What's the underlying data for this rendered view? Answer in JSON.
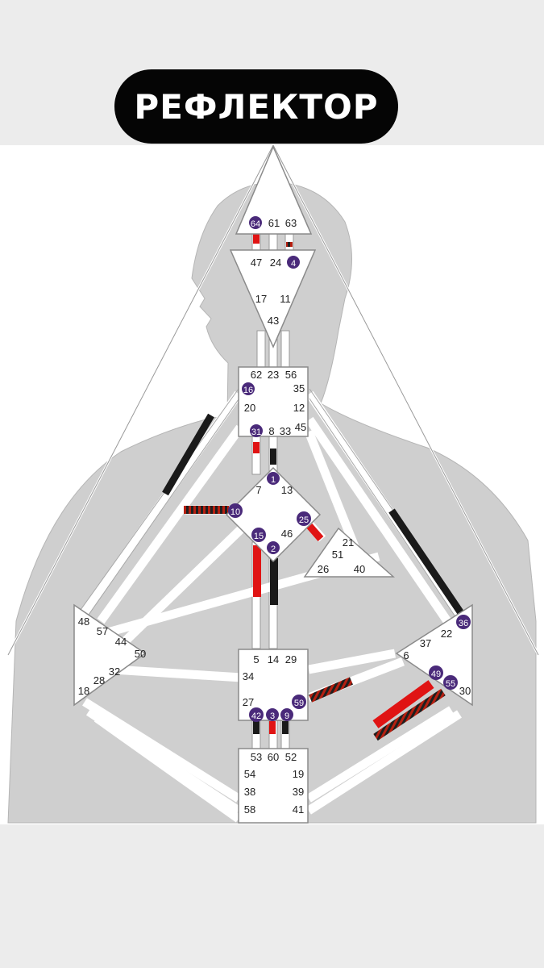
{
  "title": "РЕФЛЕКТОР",
  "colors": {
    "title_bg": "#050505",
    "title_text": "#ffffff",
    "silhouette": "#cfcfcf",
    "center_fill": "#ffffff",
    "channel_white": "#ffffff",
    "gate_red": "#e01414",
    "gate_black": "#1a1a1a",
    "gate_striped_a": "#b51f10",
    "gate_striped_b": "#1f1f1f",
    "activation_badge": "#4a2a7a"
  },
  "gates": {
    "g64": "64",
    "g61": "61",
    "g63": "63",
    "g47": "47",
    "g24": "24",
    "g4": "4",
    "g17": "17",
    "g11": "11",
    "g43": "43",
    "g62": "62",
    "g23": "23",
    "g56": "56",
    "g16": "16",
    "g35": "35",
    "g20": "20",
    "g12": "12",
    "g31": "31",
    "g8": "8",
    "g33": "33",
    "g45": "45",
    "g1": "1",
    "g7": "7",
    "g13": "13",
    "g10": "10",
    "g25": "25",
    "g15": "15",
    "g2": "2",
    "g46": "46",
    "g21": "21",
    "g51": "51",
    "g26": "26",
    "g40": "40",
    "g48": "48",
    "g57": "57",
    "g44": "44",
    "g50": "50",
    "g32": "32",
    "g28": "28",
    "g18": "18",
    "g5": "5",
    "g14": "14",
    "g29": "29",
    "g34": "34",
    "g27": "27",
    "g42": "42",
    "g3": "3",
    "g9": "9",
    "g59": "59",
    "g36": "36",
    "g22": "22",
    "g37": "37",
    "g6": "6",
    "g49": "49",
    "g55": "55",
    "g30": "30",
    "g53": "53",
    "g60": "60",
    "g52": "52",
    "g54": "54",
    "g19": "19",
    "g38": "38",
    "g39": "39",
    "g58": "58",
    "g41": "41"
  }
}
